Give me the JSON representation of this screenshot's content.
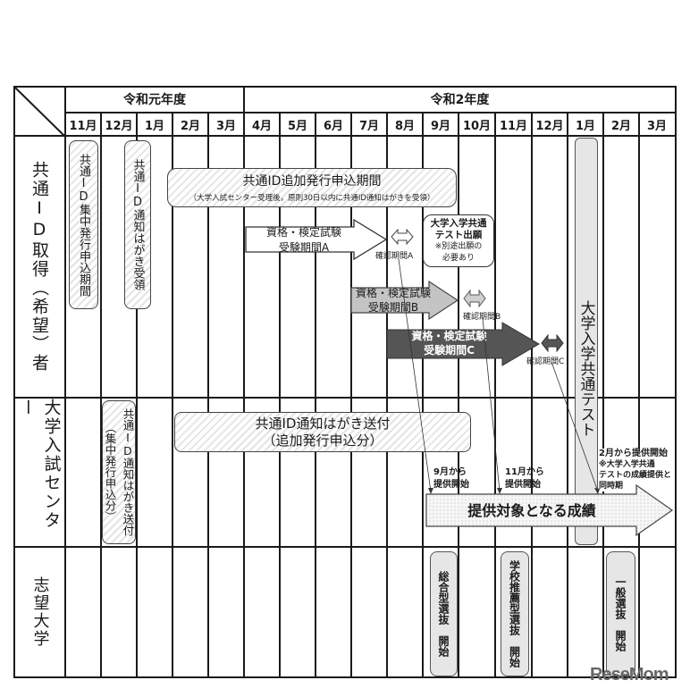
{
  "header": {
    "era1": "令和元年度",
    "era2": "令和2年度",
    "months": [
      "11月",
      "12月",
      "1月",
      "2月",
      "3月",
      "4月",
      "5月",
      "6月",
      "7月",
      "8月",
      "9月",
      "10月",
      "11月",
      "12月",
      "1月",
      "2月",
      "3月"
    ]
  },
  "rows": {
    "applicant": "共通ID取得（希望）者",
    "center": "大学入試センター",
    "university": "志望大学"
  },
  "applicant": {
    "bulk_apply": "共通ID集中発行申込期間",
    "receive_card": "共通ID通知はがき受領",
    "additional_title": "共通ID追加発行申込期間",
    "additional_note": "（大学入試センター受理後，原則30日以内に共通ID通知はがきを受領）",
    "exam_a_line1": "資格・検定試験",
    "exam_a_line2": "受験期間A",
    "confirm_a": "確認期間A",
    "exam_b_line1": "資格・検定試験",
    "exam_b_line2": "受験期間B",
    "confirm_b": "確認期間B",
    "exam_c_line1": "資格・検定試験",
    "exam_c_line2": "受験期間C",
    "confirm_c": "確認期間C",
    "common_test_apply_title1": "大学入学共通",
    "common_test_apply_title2": "テスト出願",
    "common_test_apply_note1": "※別途出願の",
    "common_test_apply_note2": "必要あり",
    "common_test": "大学入学共通テスト"
  },
  "center": {
    "bulk_send": "共通ID通知はがき送付",
    "bulk_send_sub": "（集中発行申込分）",
    "additional_send_line1": "共通ID通知はがき送付",
    "additional_send_line2": "（追加発行申込分）",
    "from_sep_1": "9月から",
    "from_sep_2": "提供開始",
    "from_nov_1": "11月から",
    "from_nov_2": "提供開始",
    "from_feb_1": "2月から提供開始",
    "from_feb_2": "※大学入学共通",
    "from_feb_3": "テストの成績提供と",
    "from_feb_4": "同時期",
    "provided_scores": "提供対象となる成績"
  },
  "university": {
    "comprehensive": "総合型選抜　開始",
    "school_recommend": "学校推薦型選抜　開始",
    "general": "一般選抜　開始"
  },
  "watermark": "ReseMom"
}
